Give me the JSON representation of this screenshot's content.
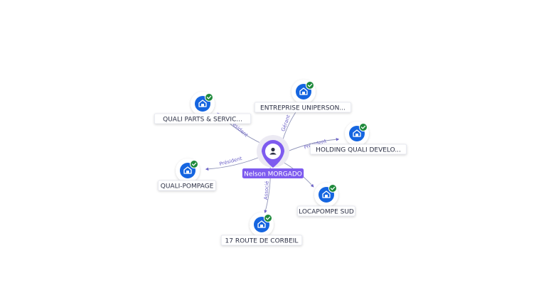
{
  "center": {
    "name": "Nelson MORGADO",
    "icon": "person-icon",
    "color": "#7e5bef"
  },
  "companies": [
    {
      "id": "entreprise",
      "name": "ENTREPRISE UNIPERSON...",
      "relation": "Gérant",
      "verified": true
    },
    {
      "id": "quali-parts",
      "name": "QUALI PARTS & SERVIC...",
      "relation": "Président",
      "verified": true
    },
    {
      "id": "holding",
      "name": "HOLDING QUALI DEVELO...",
      "relation": "Président",
      "verified": true
    },
    {
      "id": "quali-pompage",
      "name": "QUALI-POMPAGE",
      "relation": "Président",
      "verified": true
    },
    {
      "id": "locapompe",
      "name": "LOCAPOMPE SUD",
      "relation": "",
      "verified": true
    },
    {
      "id": "corbeil",
      "name": "17 ROUTE DE CORBEIL",
      "relation": "Associé",
      "verified": true
    }
  ],
  "colors": {
    "company_icon": "#1565e0",
    "verified_badge": "#1f8a3c",
    "edge": "#8f93b8",
    "relation_text": "#6e64c8"
  },
  "icons": {
    "company": "building-icon",
    "badge": "check-badge-icon"
  }
}
